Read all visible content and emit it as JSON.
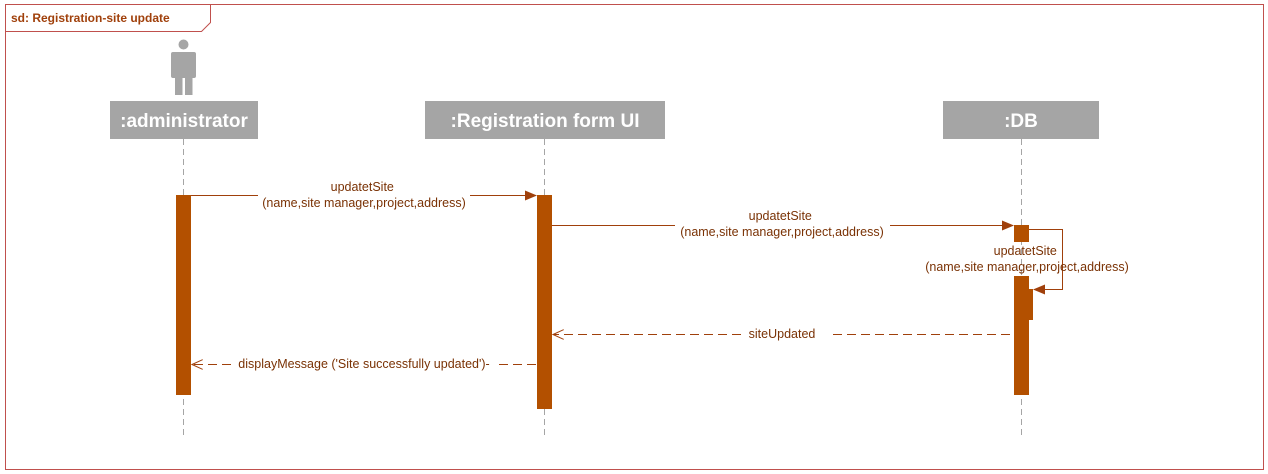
{
  "diagram": {
    "type": "sequence-diagram",
    "frame_title": "sd: Registration-site update",
    "colors": {
      "frame": "#c0504d",
      "header": "#a5a5a5",
      "header_text": "#ffffff",
      "activation": "#b35000",
      "message": "#a0400b",
      "message_text": "#7a3205",
      "lifeline": "#a5a5a5",
      "actor": "#a5a5a5"
    },
    "actor_icon": "person-icon",
    "lifelines": [
      {
        "id": "administrator",
        "label": ":administrator"
      },
      {
        "id": "form",
        "label": ":Registration form UI"
      },
      {
        "id": "db",
        "label": ":DB"
      }
    ],
    "messages": [
      {
        "id": "m1",
        "from": "administrator",
        "to": "form",
        "kind": "synchronous",
        "line1": "updatetSite",
        "line2": "(name,site manager,project,address)"
      },
      {
        "id": "m2",
        "from": "form",
        "to": "db",
        "kind": "synchronous",
        "line1": "updatetSite",
        "line2": "(name,site manager,project,address)"
      },
      {
        "id": "m3",
        "from": "db",
        "to": "db",
        "kind": "self",
        "line1": "updatetSite",
        "line2": "(name,site manager,project,address)"
      },
      {
        "id": "m4",
        "from": "db",
        "to": "form",
        "kind": "return",
        "line1": "siteUpdated"
      },
      {
        "id": "m5",
        "from": "form",
        "to": "administrator",
        "kind": "return",
        "line1": "displayMessage ('Site successfully updated')-"
      }
    ]
  }
}
